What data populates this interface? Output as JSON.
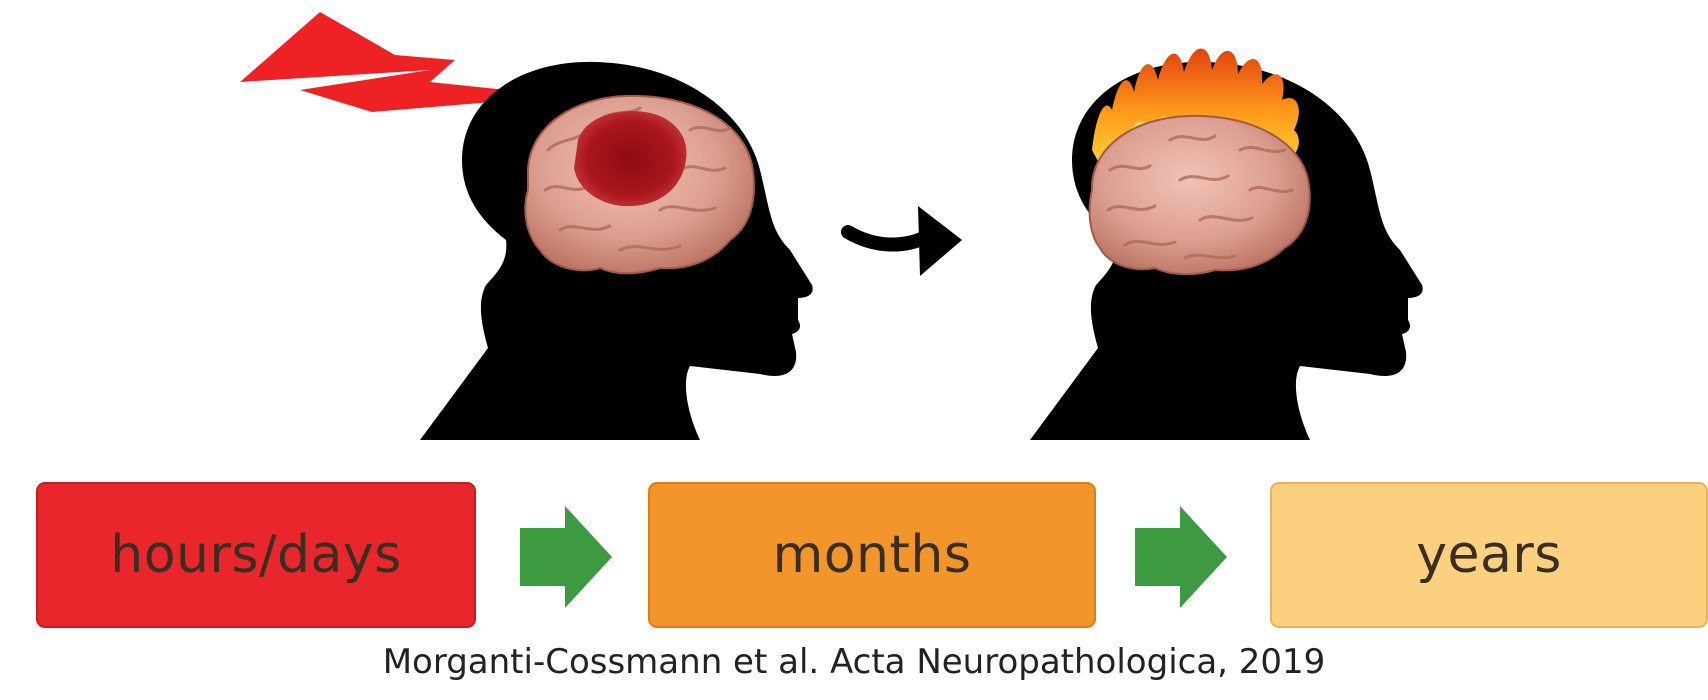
{
  "colors": {
    "stage1": "#e8262b",
    "stage2": "#f2962b",
    "stage3": "#fbd17f",
    "transition_arrow": "#3d9a40",
    "lightning": "#ee2224",
    "silhouette": "#000000",
    "brain": "#e2a79a",
    "lesion": "#a9161c"
  },
  "icons": [
    "lightning-bolt-icon",
    "head-silhouette-icon",
    "brain-icon",
    "flame-icon",
    "curved-arrow-icon",
    "green-arrow-icon"
  ],
  "timeline": {
    "stage1": "hours/days",
    "stage2": "months",
    "stage3": "years"
  },
  "caption": "Morganti-Cossmann et al. Acta Neuropathologica, 2019"
}
